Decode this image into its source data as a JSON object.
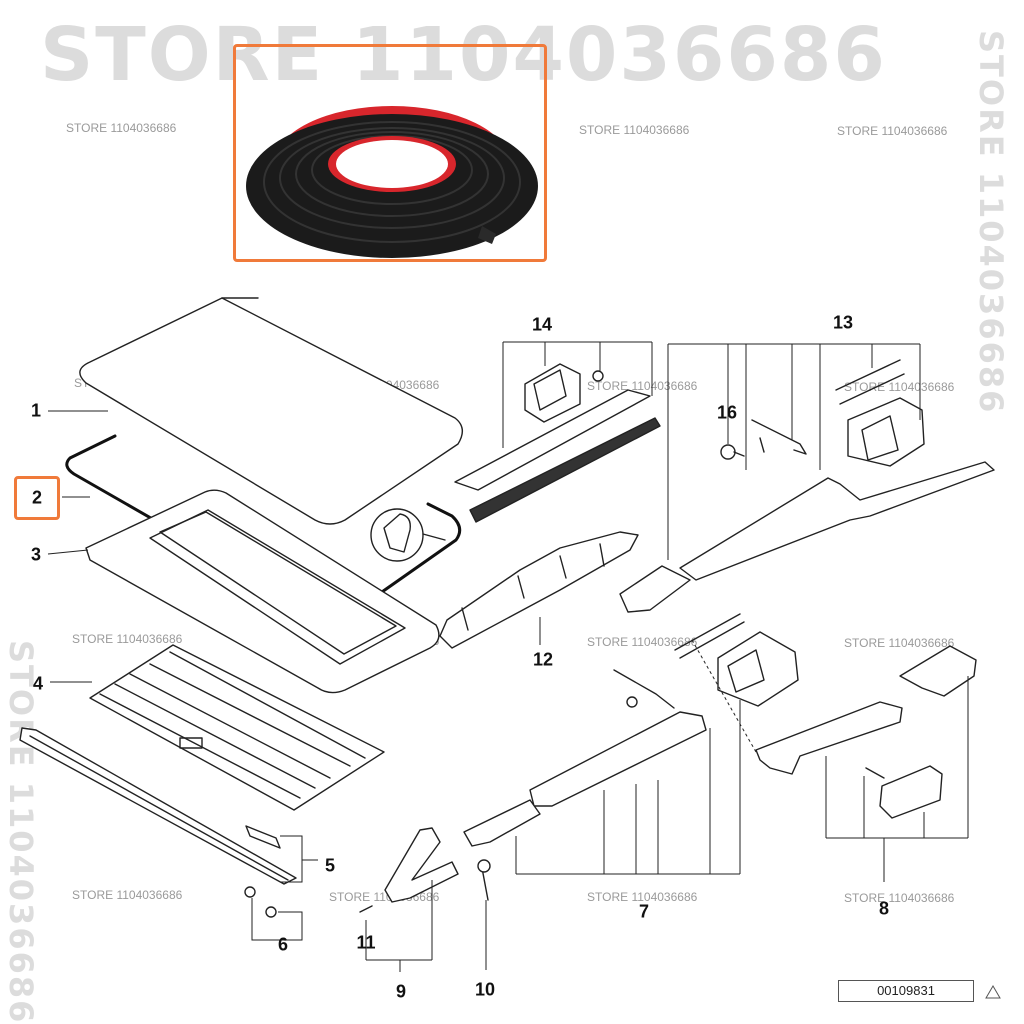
{
  "watermarks": {
    "large_top": "STORE 1104036686",
    "large_right": "STORE 1104036686",
    "large_left": "STORE 1104036686",
    "small": "STORE 1104036686"
  },
  "callouts": {
    "c1": "1",
    "c2": "2",
    "c3": "3",
    "c4": "4",
    "c5": "5",
    "c6": "6",
    "c7": "7",
    "c8": "8",
    "c9": "9",
    "c10": "10",
    "c11": "11",
    "c12": "12",
    "c13": "13",
    "c14": "14",
    "c16": "16"
  },
  "diagram_code": "00109831",
  "colors": {
    "highlight": "#f07a3a",
    "seal_rubber": "#1b1b1b",
    "seal_adhesive": "#d8262c",
    "line": "#222222",
    "watermark": "#dcdcdc"
  },
  "icons": {
    "warning": "warning-triangle-icon"
  }
}
